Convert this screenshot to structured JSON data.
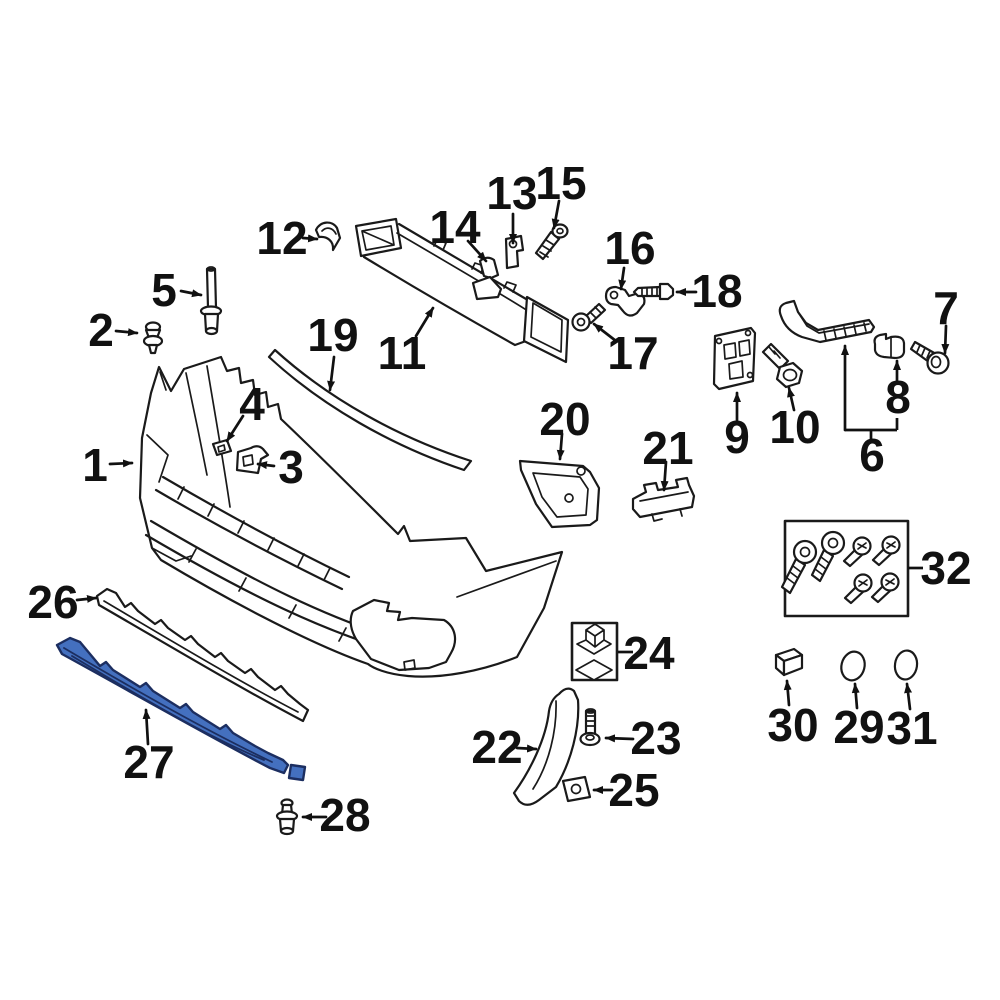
{
  "diagram": {
    "type": "exploded-parts-diagram",
    "subject": "Rear bumper assembly exploded parts view",
    "background": "#ffffff",
    "line_color": "#1a1a1a",
    "highlight_fill": "#4470bf",
    "highlight_stroke": "#1c2e60",
    "highlighted_part": "27",
    "labels": [
      {
        "id": 1,
        "text": "1"
      },
      {
        "id": 2,
        "text": "2"
      },
      {
        "id": 3,
        "text": "3"
      },
      {
        "id": 4,
        "text": "4"
      },
      {
        "id": 5,
        "text": "5"
      },
      {
        "id": 6,
        "text": "6"
      },
      {
        "id": 7,
        "text": "7"
      },
      {
        "id": 8,
        "text": "8"
      },
      {
        "id": 9,
        "text": "9"
      },
      {
        "id": 10,
        "text": "10"
      },
      {
        "id": 11,
        "text": "11"
      },
      {
        "id": 12,
        "text": "12"
      },
      {
        "id": 13,
        "text": "13"
      },
      {
        "id": 14,
        "text": "14"
      },
      {
        "id": 15,
        "text": "15"
      },
      {
        "id": 16,
        "text": "16"
      },
      {
        "id": 17,
        "text": "17"
      },
      {
        "id": 18,
        "text": "18"
      },
      {
        "id": 19,
        "text": "19"
      },
      {
        "id": 20,
        "text": "20"
      },
      {
        "id": 21,
        "text": "21"
      },
      {
        "id": 22,
        "text": "22"
      },
      {
        "id": 23,
        "text": "23"
      },
      {
        "id": 24,
        "text": "24"
      },
      {
        "id": 25,
        "text": "25"
      },
      {
        "id": 26,
        "text": "26"
      },
      {
        "id": 27,
        "text": "27"
      },
      {
        "id": 28,
        "text": "28"
      },
      {
        "id": 29,
        "text": "29"
      },
      {
        "id": 30,
        "text": "30"
      },
      {
        "id": 31,
        "text": "31"
      },
      {
        "id": 32,
        "text": "32"
      }
    ]
  }
}
